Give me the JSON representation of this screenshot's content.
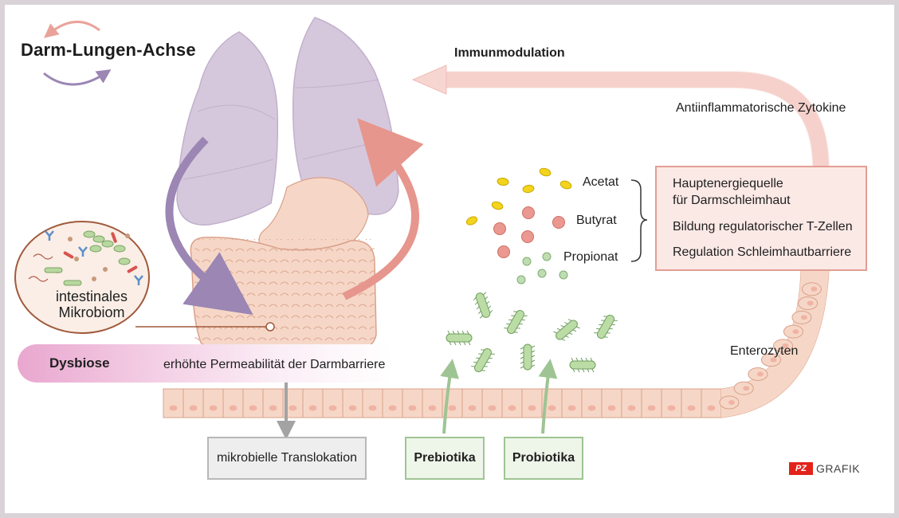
{
  "title": "Darm-Lungen-Achse",
  "labels": {
    "immunmodulation": "Immunmodulation",
    "zytokine": "Antiinflammatorische Zytokine",
    "enterozyten": "Enterozyten"
  },
  "scfa": [
    "Acetat",
    "Butyrat",
    "Propionat"
  ],
  "effects": [
    "Hauptenergiequelle",
    "für Darmschleimhaut",
    "Bildung regulatorischer T-Zellen",
    "Regulation Schleimhautbarriere"
  ],
  "microbiome": {
    "line1": "intestinales",
    "line2": "Mikrobiom"
  },
  "dysbiose": {
    "label": "Dysbiose",
    "effect": "erhöhte Permeabilität der Darmbarriere"
  },
  "boxes": {
    "translocation": "mikrobielle Translokation",
    "prebiotics": "Prebiotika",
    "probiotics": "Probiotika"
  },
  "logo": {
    "badge": "PZ",
    "text": "GRAFIK"
  },
  "colors": {
    "lung": "#d6c8dc",
    "lung_outline": "#c1b0cb",
    "gut": "#f6d7c7",
    "gut_outline": "#d9a08a",
    "arrow_lung_to_gut": "#9b86b4",
    "arrow_gut_to_lung": "#e6968d",
    "immun_arrow": "#f7d6d2",
    "acetat": "#f3d41c",
    "butyrat": "#eb9890",
    "propionat": "#bfdcb3",
    "bacteria": "#bcdca6",
    "prebio_green": "#9fc493",
    "dysbiose_pink": "#e9a7cf",
    "pz_red": "#e2231a"
  }
}
